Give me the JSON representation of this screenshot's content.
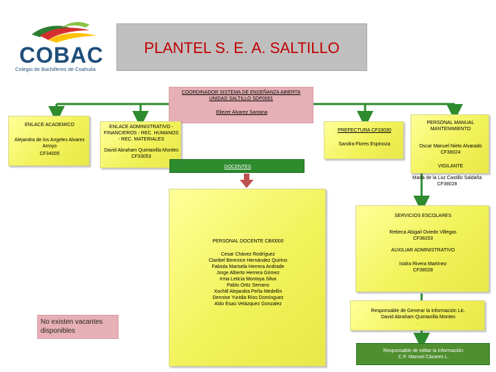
{
  "logo": {
    "name": "COBAC",
    "subtitle": "Colegio de Bachilleres de Coahuila"
  },
  "title": "PLANTEL S. E. A. SALTILLO",
  "coordinator": {
    "title": "COORDINADOR SISTEMA DE ENSEÑANZA ABIERTA UNIDAD SALTILLO SDP0001",
    "name": "Eliezer Alvarez Santana"
  },
  "enlace_academico": {
    "title": "ENLACE ACADEMICO",
    "name": "Alejandra de los Angeles Alvarez Arroyo",
    "code": "CF34005"
  },
  "enlace_administrativo": {
    "title": "ENLACE ADMINISTRATIVO - FINANCIEROS - REC. HUMANOS - REC. MATERIALES",
    "name": "David Abraham Quintanilla Montes",
    "code": "CF33053"
  },
  "prefectura": {
    "title": "PREFECTURA CF33030",
    "name": "Sandra Flores Espinoza"
  },
  "personal_manual": {
    "title": "PERSONAL MANUAL MANTENIMIENTO",
    "name": "Oscar Manuel Nieto Alvarado",
    "code": "CF38024",
    "vigilante_title": "VIGILANTE",
    "vigilante_name": "María de la Luz Castillo Saldaña",
    "vigilante_code": "CF38028"
  },
  "docentes": {
    "label": "DOCENTES",
    "box_title": "PERSONAL DOCENTE CBI0000",
    "names": [
      "Cesar Chávez Rodríguez",
      "Claribel Berenice Hernández Quirino",
      "Fabiola Marisela Herrera Andrade",
      "Jorge Alberto Herrera Gómez",
      "Irma Leticia Montoya Silva",
      "Pablo Ortiz Serrano",
      "Xochitl Alejandra Peña Medellín",
      "Dennise Yuridia Ríos Domínguez",
      "Aldo Esaú Velázquez Gonzalez"
    ]
  },
  "servicios": {
    "title": "SERVICIOS ESCOLARES",
    "name": "Rebeca Abigail Oviedo Villegas",
    "code": "CF38203",
    "aux_title": "AUXILIAR ADMINISTRATIVO",
    "aux_name": "Isidra Rivera Martínez",
    "aux_code": "CF38028"
  },
  "vacantes": "No existen vacantes disponibles",
  "responsable_generar": {
    "line1": "Responsable de Generar la Información Lic.",
    "line2": "David Abraham Quintanilla Montes",
    "line3": "."
  },
  "responsable_editar": {
    "line1": "Responsable de editar la información:",
    "line2": "C.P. Manuel Cázares L."
  },
  "colors": {
    "title": "#c00000",
    "connector": "#2e8b2e",
    "arrow": "#c0504d",
    "logo_blue": "#1f4e79",
    "logo_green": "#6aa84f"
  }
}
